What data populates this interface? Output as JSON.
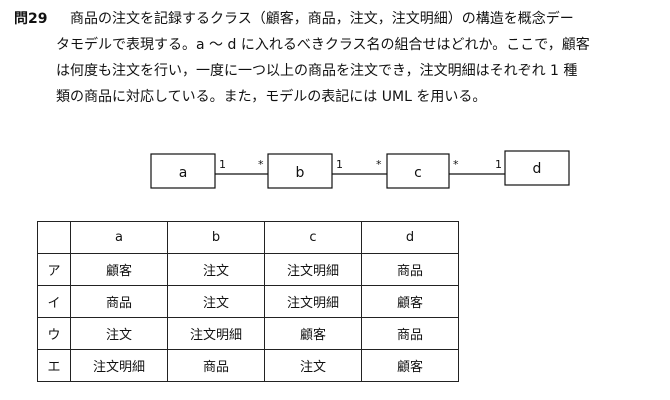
{
  "question": {
    "number": "問29",
    "lines": [
      "商品の注文を記録するクラス（顧客，商品，注文，注文明細）の構造を概念デー",
      "タモデルで表現する。a ～ d に入れるべきクラス名の組合せはどれか。ここで，顧客",
      "は何度も注文を行い，一度に一つ以上の商品を注文でき，注文明細はそれぞれ 1 種",
      "類の商品に対応している。また，モデルの表記には UML を用いる。"
    ]
  },
  "diagram": {
    "classes": [
      "a",
      "b",
      "c",
      "d"
    ],
    "associations": [
      {
        "left": "1",
        "right": "*"
      },
      {
        "left": "1",
        "right": "*"
      },
      {
        "left": "*",
        "right": "1"
      }
    ]
  },
  "table": {
    "headers": [
      "",
      "a",
      "b",
      "c",
      "d"
    ],
    "rows": [
      {
        "label": "ア",
        "cells": [
          "顧客",
          "注文",
          "注文明細",
          "商品"
        ]
      },
      {
        "label": "イ",
        "cells": [
          "商品",
          "注文",
          "注文明細",
          "顧客"
        ]
      },
      {
        "label": "ウ",
        "cells": [
          "注文",
          "注文明細",
          "顧客",
          "商品"
        ]
      },
      {
        "label": "エ",
        "cells": [
          "注文明細",
          "商品",
          "注文",
          "顧客"
        ]
      }
    ]
  }
}
